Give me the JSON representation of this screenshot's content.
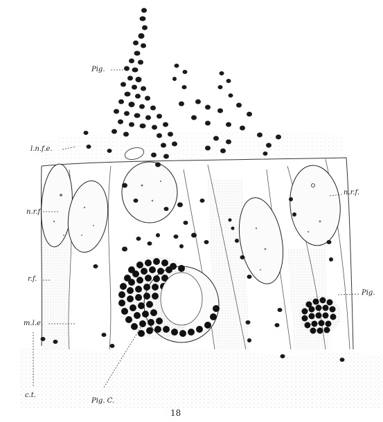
{
  "figure": {
    "number": "18",
    "labels": {
      "pig_top": "Pig.",
      "lnfe": "l.n.f.e.",
      "nrf_left": "n.r.f.",
      "nrf_right": "n.r.f.",
      "rf": "r.f.",
      "mle": "m.l.e.",
      "ct": "c.t.",
      "pig_right": "Pig.",
      "pigc": "Pig. C."
    }
  }
}
